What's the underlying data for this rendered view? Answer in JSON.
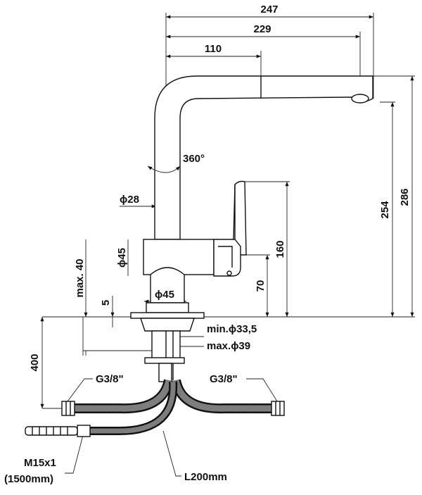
{
  "dimensions": {
    "width_total": "247",
    "width_spout": "229",
    "width_center": "110",
    "rotation": "360°",
    "tube_diameter": "ϕ28",
    "body_diameter": "ϕ45",
    "base_diameter": "ϕ45",
    "max_thickness": "max. 40",
    "gap": "5",
    "height_lever": "160",
    "height_outlet": "70",
    "height_spout": "254",
    "height_total": "286",
    "hole_min": "min.ϕ33,5",
    "hole_max": "max.ϕ39",
    "hose_depth": "400",
    "thread_left": "G3/8\"",
    "thread_right": "G3/8\"",
    "pullout_thread": "M15x1",
    "pullout_length": "(1500mm)",
    "hose_length": "L200mm"
  }
}
